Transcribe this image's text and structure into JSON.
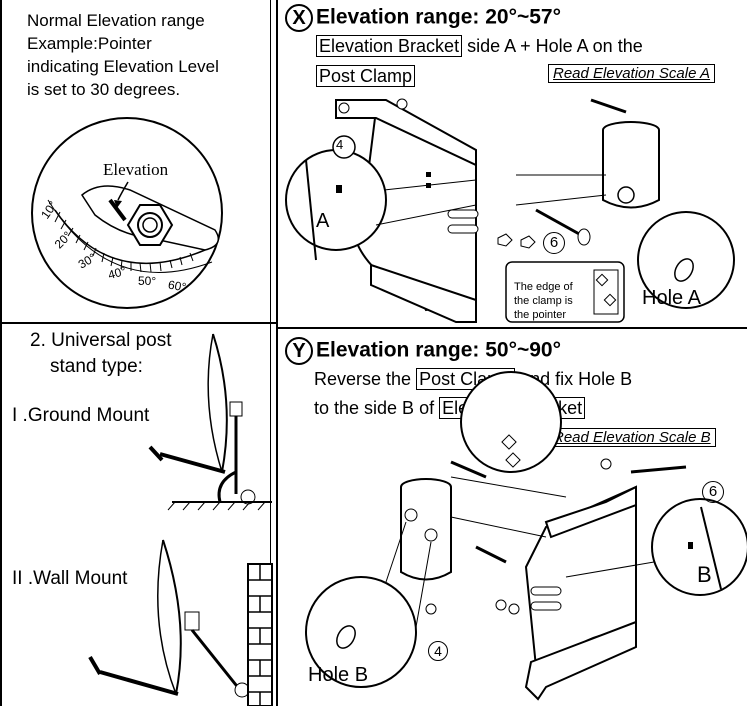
{
  "left_panel": {
    "normal_note_lines": [
      "Normal Elevation range",
      "Example:Pointer",
      "indicating Elevation Level",
      "is set to 30 degrees."
    ],
    "dial": {
      "label": "Elevation",
      "ticks": [
        "10°",
        "20°",
        "30°",
        "40°",
        "50°",
        "60°"
      ]
    },
    "universal_title_lines": [
      "2. Universal post",
      "stand type:"
    ],
    "ground_mount": "I .Ground Mount",
    "wall_mount": "II .Wall Mount"
  },
  "section_x": {
    "marker": "X",
    "title": "Elevation range: 20°~57°",
    "line1_boxed": "Elevation Bracket",
    "line1_rest": " side A + Hole A on the",
    "line2_boxed": "Post Clamp",
    "scale_note": "Read Elevation Scale A",
    "callout_4": "4",
    "callout_6": "6",
    "label_A": "A",
    "hole_label": "Hole A",
    "pointer_note_lines": [
      "The edge of",
      "the clamp is",
      "the pointer"
    ]
  },
  "section_y": {
    "marker": "Y",
    "title": "Elevation range: 50°~90°",
    "line1_pre": "Reverse the ",
    "line1_boxed": "Post Clamp",
    "line1_post": " and fix Hole B",
    "line2_pre": "to the side B of ",
    "line2_boxed": "Elevation Bracket",
    "scale_note": "Read Elevation Scale B",
    "callout_4": "4",
    "callout_6": "6",
    "label_B": "B",
    "hole_label": "Hole B"
  }
}
